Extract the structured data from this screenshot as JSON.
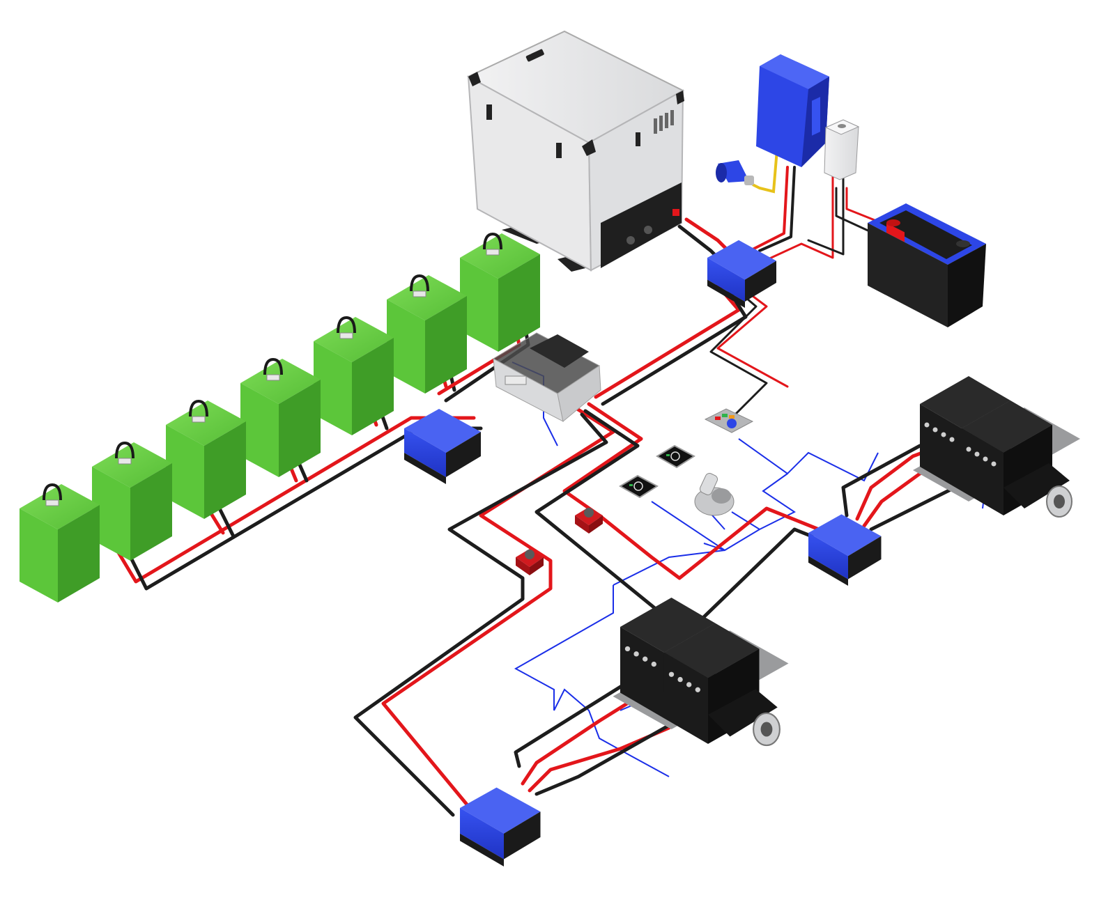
{
  "colors": {
    "background": "#ffffff",
    "cable_positive": "#e3161b",
    "cable_negative": "#1d1d1d",
    "signal_wire": "#1a2ee8",
    "shore_wire": "#e7c21a",
    "battery_green": "#5cc63a",
    "battery_green_dark": "#3f9d27",
    "module_blue": "#2d46e6",
    "module_blue_dark": "#1b2ba8",
    "generator_panel": "#e9e9ea",
    "generator_frame": "#bfc0c2",
    "motor_black": "#1b1b1b"
  },
  "components": [
    {
      "id": "house-battery-bank",
      "icon": "lithium-battery-cell-icon",
      "count": 7
    },
    {
      "id": "generator",
      "icon": "generator-enclosure-icon"
    },
    {
      "id": "shore-charger",
      "icon": "shore-charger-icon"
    },
    {
      "id": "shore-plug",
      "icon": "shore-power-plug-icon"
    },
    {
      "id": "dc-converter",
      "icon": "dc-dc-converter-icon"
    },
    {
      "id": "start-battery",
      "icon": "starter-battery-icon"
    },
    {
      "id": "junction-box",
      "icon": "battery-junction-box-icon"
    },
    {
      "id": "distribution-blocks",
      "icon": "blue-bus-module-icon",
      "count": 4
    },
    {
      "id": "battery-switches",
      "icon": "battery-isolator-switch-icon",
      "count": 2
    },
    {
      "id": "control-displays",
      "icon": "control-display-icon",
      "count": 2
    },
    {
      "id": "control-panel",
      "icon": "control-panel-icon"
    },
    {
      "id": "throttle",
      "icon": "throttle-lever-icon"
    },
    {
      "id": "port-motor",
      "icon": "electric-propulsion-motor-icon"
    },
    {
      "id": "starboard-motor",
      "icon": "electric-propulsion-motor-icon"
    }
  ]
}
